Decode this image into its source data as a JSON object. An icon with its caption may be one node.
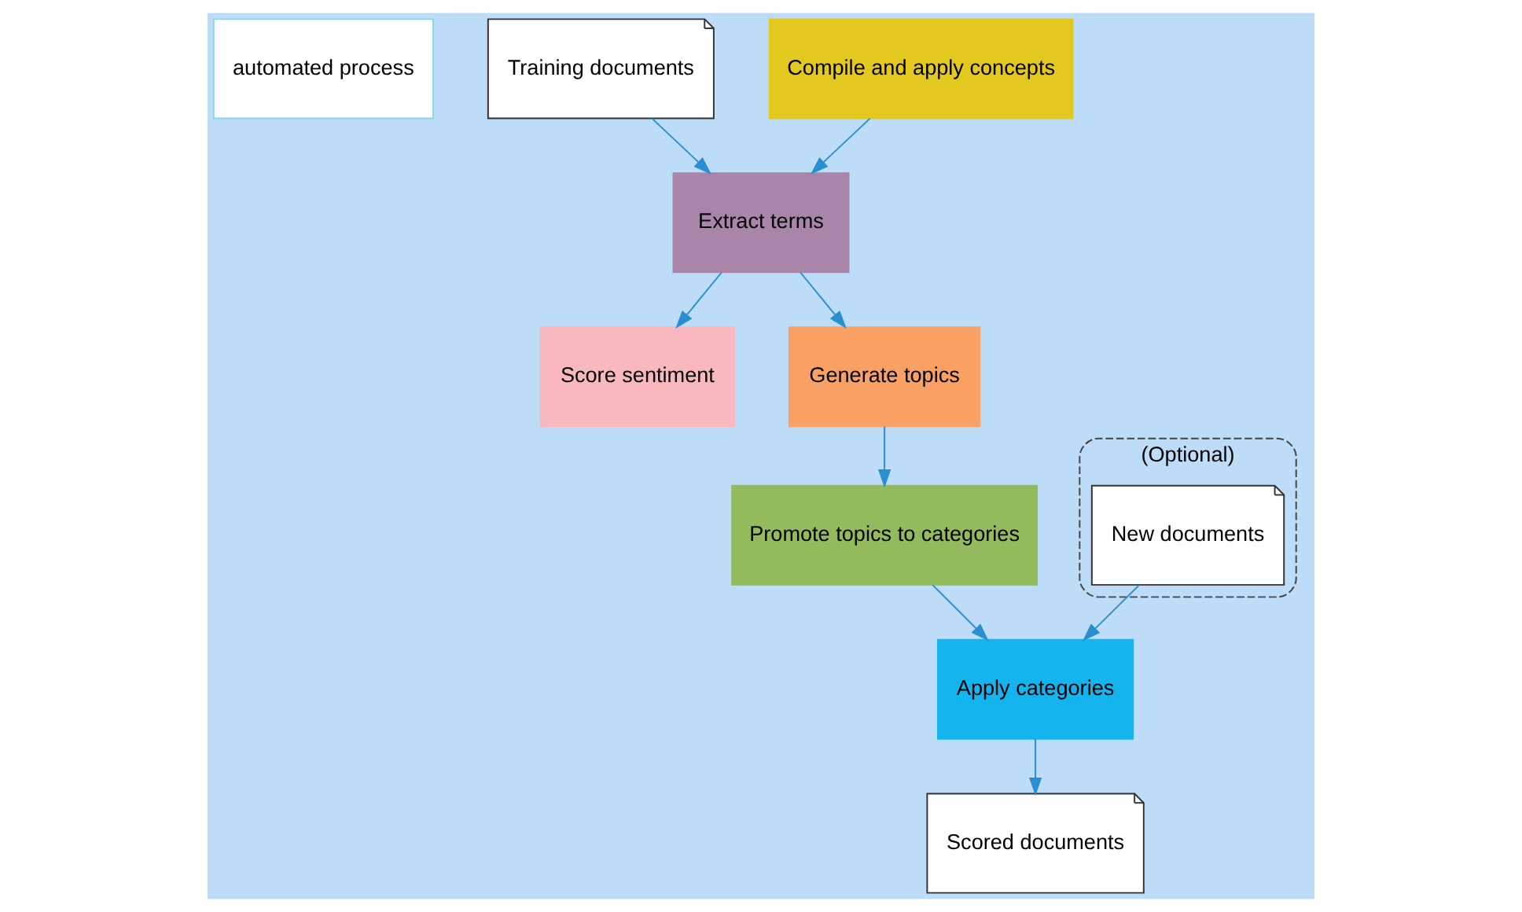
{
  "diagram": {
    "nodes": [
      {
        "text": [
          "automated process"
        ]
      },
      {
        "text": [
          "Training documents"
        ]
      },
      {
        "text": [
          "(Optional)"
        ]
      },
      {
        "text": [
          "New documents"
        ],
        "in": 2
      },
      {
        "text": [
          "Scored documents"
        ]
      },
      {
        "text": [
          "Compile and apply concepts"
        ]
      },
      {
        "text": [
          "Extract terms"
        ]
      },
      {
        "text": [
          "Score sentiment"
        ]
      },
      {
        "text": [
          "Generate topics"
        ]
      },
      {
        "text": [
          "Promote topics to categories"
        ]
      },
      {
        "text": [
          "Apply categories"
        ]
      }
    ],
    "edges": [
      {
        "from": 1,
        "to": 6,
        "arrow": "to"
      },
      {
        "from": 5,
        "to": 6,
        "arrow": "to"
      },
      {
        "from": 6,
        "to": 7,
        "arrow": "to"
      },
      {
        "from": 6,
        "to": 8,
        "arrow": "to"
      },
      {
        "from": 8,
        "to": 9,
        "arrow": "to"
      },
      {
        "from": 9,
        "to": 10,
        "arrow": "to"
      },
      {
        "from": 3,
        "to": 10,
        "arrow": "to"
      },
      {
        "from": 10,
        "to": 4,
        "arrow": "to"
      }
    ]
  }
}
